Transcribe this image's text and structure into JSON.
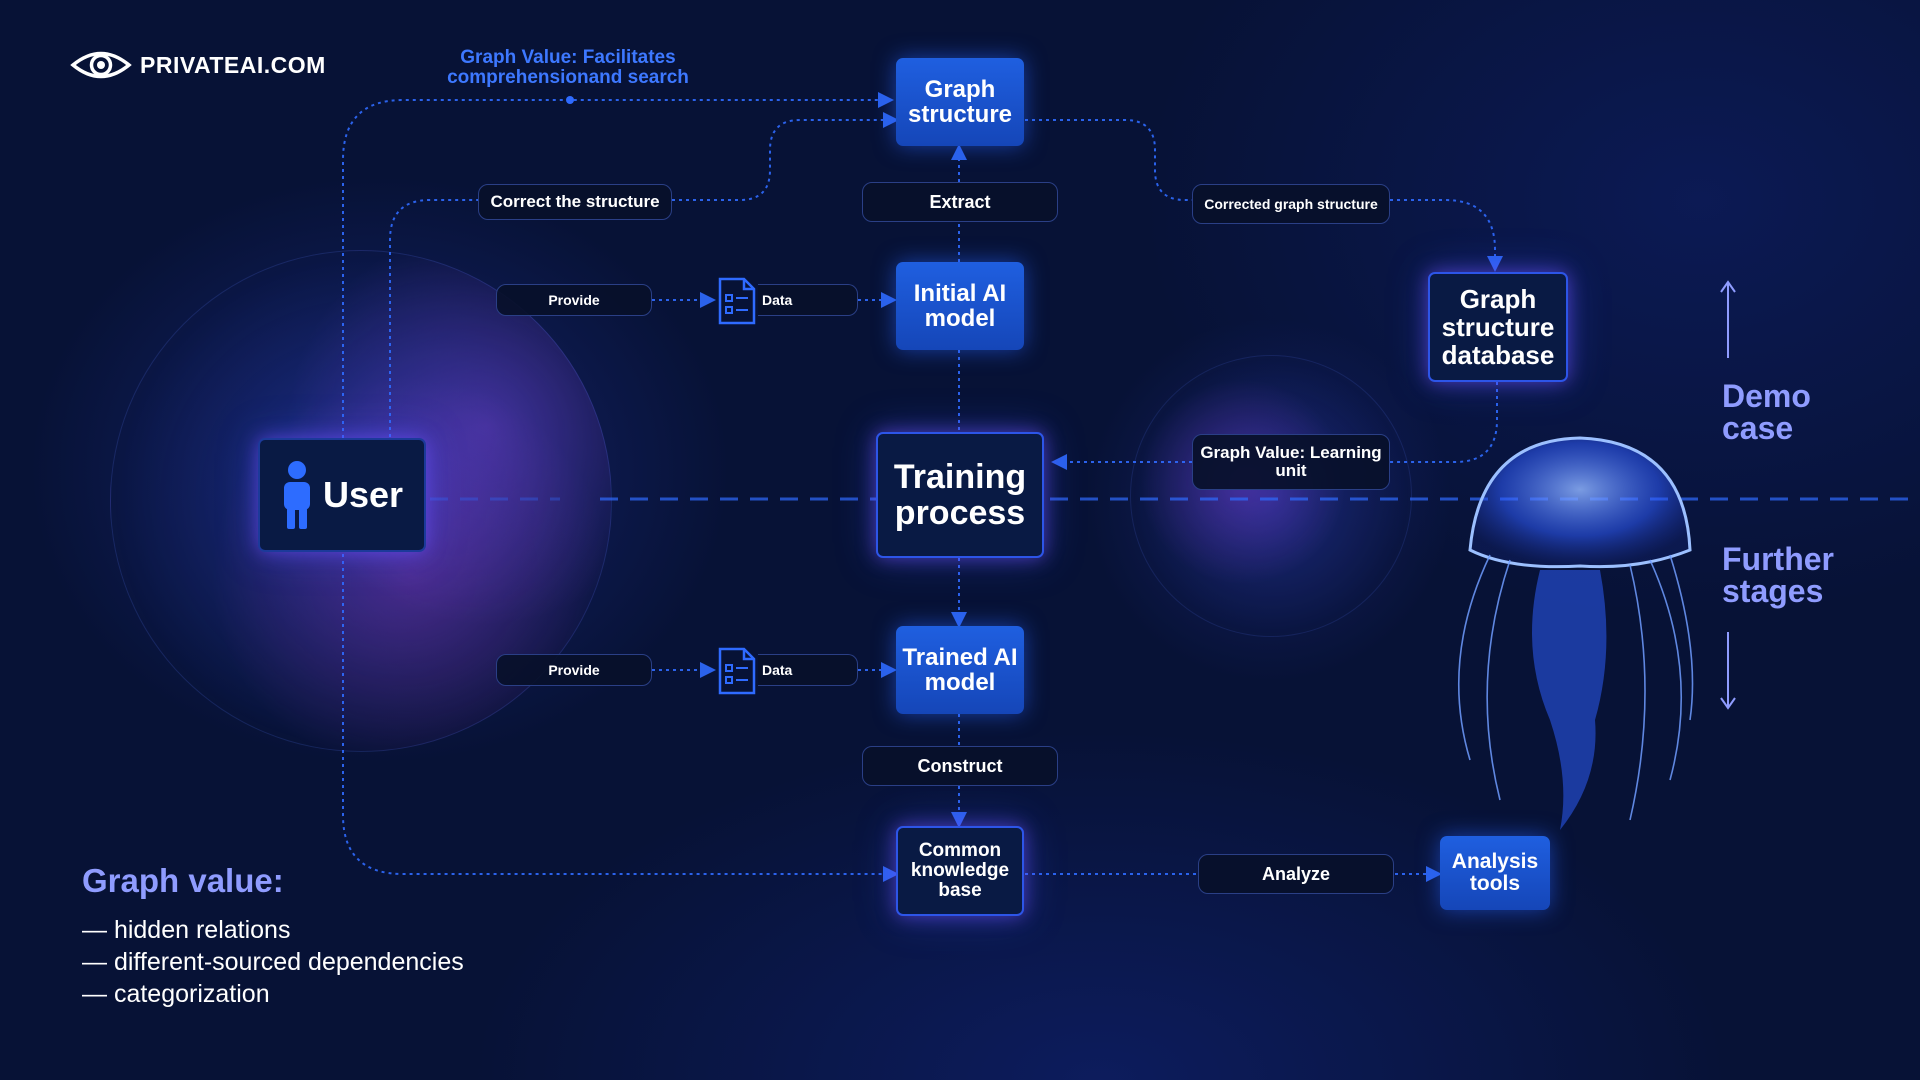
{
  "brand": {
    "name": "PRIVATEAI.COM",
    "logo_icon": "eye-icon"
  },
  "annotation_top": "Graph Value:  Facilitates comprehensionand search",
  "nodes": {
    "graph_structure": "Graph structure",
    "initial_ai_model": "Initial AI model",
    "training_process": "Training process",
    "trained_ai_model": "Trained AI model",
    "common_knowledge_base": "Common knowledge base",
    "graph_structure_database": "Graph structure database",
    "analysis_tools": "Analysis tools",
    "user": "User"
  },
  "labels": {
    "correct_structure": "Correct the structure",
    "extract": "Extract",
    "corrected_graph_structure": "Corrected graph structure",
    "provide_top": "Provide",
    "data_top": "Data",
    "graph_value_learning": "Graph Value: Learning unit",
    "provide_bottom": "Provide",
    "data_bottom": "Data",
    "construct": "Construct",
    "analyze": "Analyze"
  },
  "side": {
    "demo_case": "Demo case",
    "further_stages": "Further stages"
  },
  "graph_value": {
    "title": "Graph value:",
    "items": [
      "— hidden relations",
      "— different-sourced dependencies",
      "— categorization"
    ]
  },
  "colors": {
    "accent_blue": "#1f5fe0",
    "label_purple": "#8f9cff",
    "annotation_blue": "#3d78ff",
    "background": "#071236"
  }
}
